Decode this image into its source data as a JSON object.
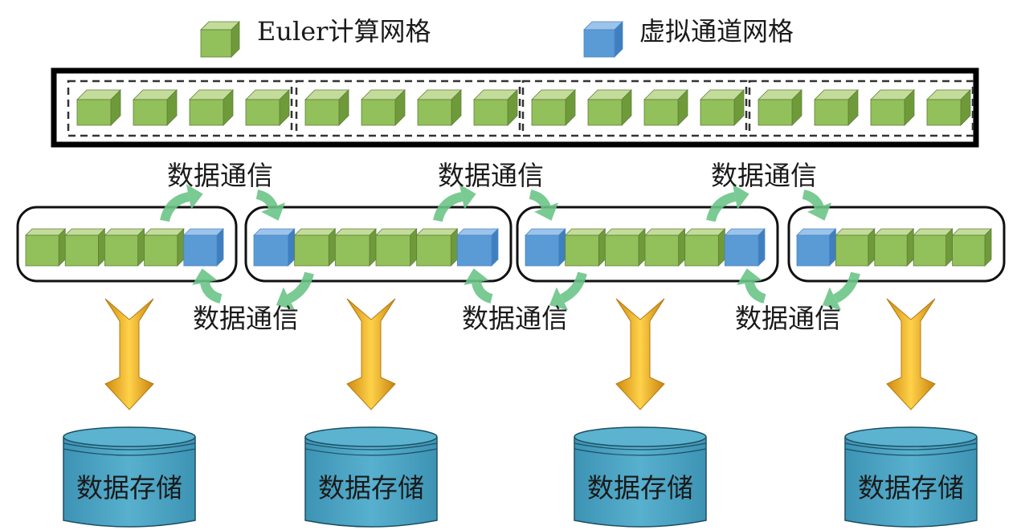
{
  "legend": {
    "items": [
      {
        "label": "Euler计算网格",
        "kind": "compute",
        "color": "#8fbc55"
      },
      {
        "label": "虚拟通道网格",
        "kind": "virtual",
        "color": "#5b9bd5"
      }
    ]
  },
  "global_grid": {
    "partitions": [
      {
        "cells": [
          "compute",
          "compute",
          "compute",
          "compute"
        ]
      },
      {
        "cells": [
          "compute",
          "compute",
          "compute",
          "compute"
        ]
      },
      {
        "cells": [
          "compute",
          "compute",
          "compute",
          "compute"
        ]
      },
      {
        "cells": [
          "compute",
          "compute",
          "compute",
          "compute"
        ]
      }
    ]
  },
  "subdomains": [
    {
      "cells": [
        "compute",
        "compute",
        "compute",
        "compute",
        "virtual"
      ]
    },
    {
      "cells": [
        "virtual",
        "compute",
        "compute",
        "compute",
        "compute",
        "virtual"
      ]
    },
    {
      "cells": [
        "virtual",
        "compute",
        "compute",
        "compute",
        "compute",
        "virtual"
      ]
    },
    {
      "cells": [
        "virtual",
        "compute",
        "compute",
        "compute",
        "compute"
      ]
    }
  ],
  "communication": {
    "label": "数据通信",
    "top_labels": [
      "数据通信",
      "数据通信",
      "数据通信"
    ],
    "bottom_labels": [
      "数据通信",
      "数据通信",
      "数据通信"
    ]
  },
  "storage": {
    "label": "数据存储",
    "items": [
      "数据存储",
      "数据存储",
      "数据存储",
      "数据存储"
    ]
  },
  "colors": {
    "compute_front": "#92c05a",
    "compute_top": "#c4dc9a",
    "compute_side": "#6f9a3a",
    "virtual_front": "#5b9bd5",
    "virtual_top": "#9cc3ea",
    "virtual_side": "#3f7fc0",
    "comm_arrow": "#6cc487",
    "store_arrow": "#f0b020",
    "storage_fill": "#4aa3c2",
    "storage_top": "#5bb3d0"
  }
}
